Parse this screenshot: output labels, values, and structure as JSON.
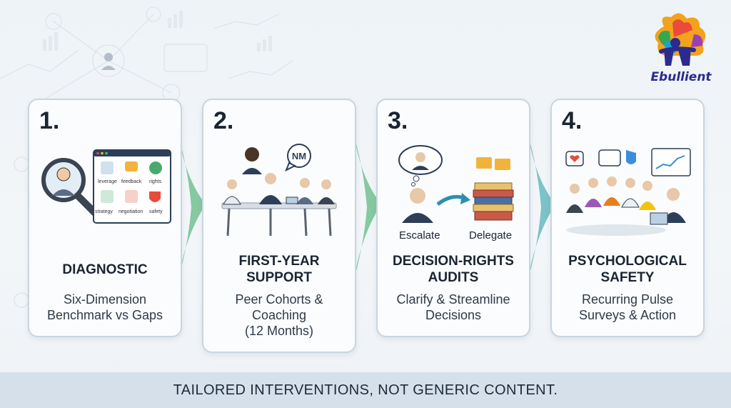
{
  "brand": {
    "name": "Ebullient"
  },
  "cards": [
    {
      "number": "1.",
      "title": [
        "DIAGNOSTIC"
      ],
      "desc": [
        "Six-Dimension",
        "Benchmark vs Gaps"
      ],
      "dashboard_labels": [
        "leverage",
        "feedback",
        "rights",
        "strategy",
        "negotiation",
        "safety"
      ]
    },
    {
      "number": "2.",
      "title": [
        "FIRST-YEAR",
        "SUPPORT"
      ],
      "desc": [
        "Peer Cohorts &",
        "Coaching",
        "(12 Months)"
      ],
      "badge": "NM"
    },
    {
      "number": "3.",
      "title": [
        "DECISION-RIGHTS",
        "AUDITS"
      ],
      "desc": [
        "Clarify & Streamline",
        "Decisions"
      ],
      "art_labels": [
        "Escalate",
        "Delegate"
      ]
    },
    {
      "number": "4.",
      "title": [
        "PSYCHOLOGICAL",
        "SAFETY"
      ],
      "desc": [
        "Recurring Pulse",
        "Surveys & Action"
      ]
    }
  ],
  "footer": "TAILORED INTERVENTIONS, NOT GENERIC CONTENT.",
  "colors": {
    "chevron_green": "#86c9a0",
    "chevron_teal": "#7cc3c8",
    "card_border": "#c9d5df",
    "footer_bg": "#d5e0ea"
  }
}
